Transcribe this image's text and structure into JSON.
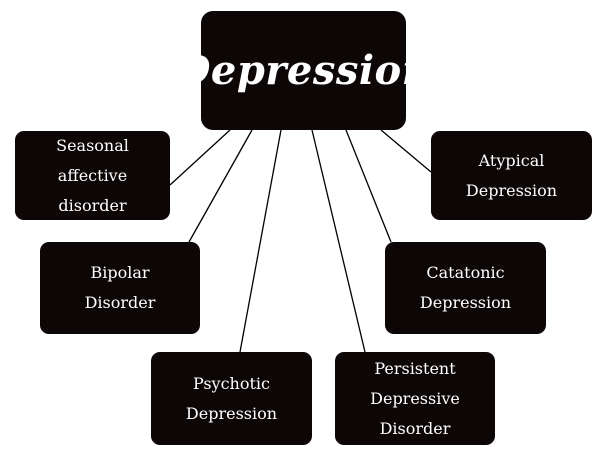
{
  "root": {
    "label": "Depression"
  },
  "nodes": [
    {
      "id": "seasonal",
      "label": "Seasonal\naffective\ndisorder"
    },
    {
      "id": "bipolar",
      "label": "Bipolar\nDisorder"
    },
    {
      "id": "psychotic",
      "label": "Psychotic\nDepression"
    },
    {
      "id": "persistent",
      "label": "Persistent\nDepressive\nDisorder"
    },
    {
      "id": "catatonic",
      "label": "Catatonic\nDepression"
    },
    {
      "id": "atypical",
      "label": "Atypical\nDepression"
    }
  ],
  "colors": {
    "node_fill": "#0d0606",
    "text": "#ffffff",
    "line": "#000000"
  }
}
